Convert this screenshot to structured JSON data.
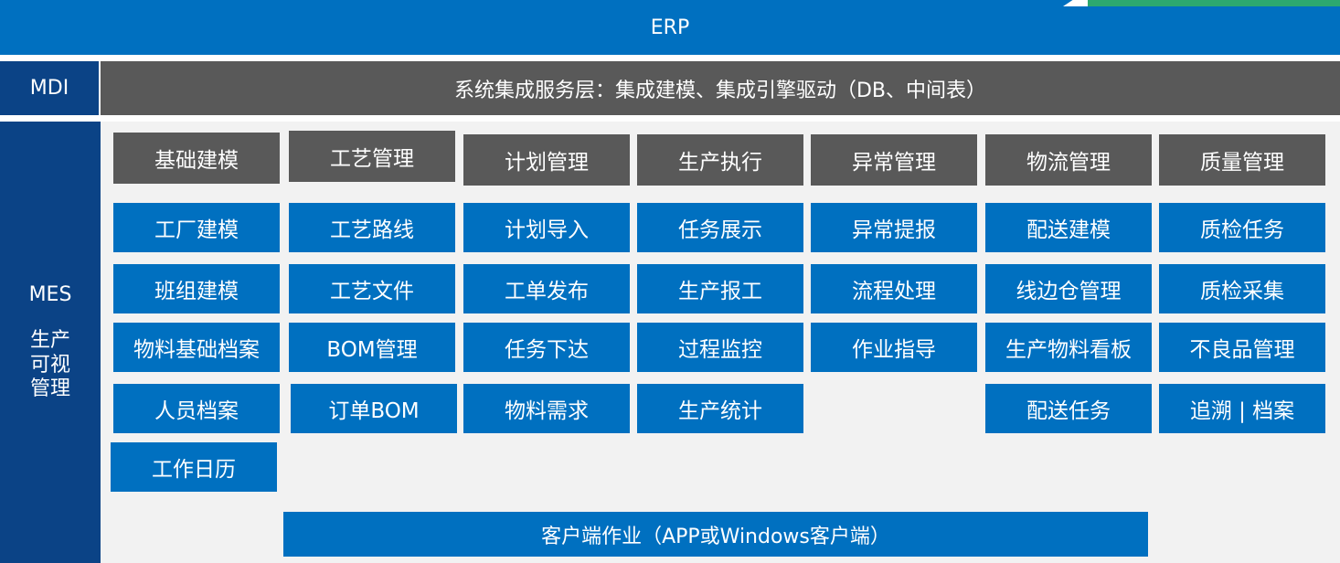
{
  "erp": {
    "label": "ERP"
  },
  "mdi": {
    "label": "MDI",
    "bar": "系统集成服务层：集成建模、集成引擎驱动（DB、中间表）"
  },
  "mes": {
    "label": "MES",
    "sub": [
      "生产",
      "可视",
      "管理"
    ]
  },
  "columns": [
    {
      "header": "基础建模",
      "items": [
        "工厂建模",
        "班组建模",
        "物料基础档案",
        "人员档案",
        "工作日历"
      ]
    },
    {
      "header": "工艺管理",
      "items": [
        "工艺路线",
        "工艺文件",
        "BOM管理",
        "订单BOM"
      ]
    },
    {
      "header": "计划管理",
      "items": [
        "计划导入",
        "工单发布",
        "任务下达",
        "物料需求"
      ]
    },
    {
      "header": "生产执行",
      "items": [
        "任务展示",
        "生产报工",
        "过程监控",
        "生产统计"
      ]
    },
    {
      "header": "异常管理",
      "items": [
        "异常提报",
        "流程处理",
        "作业指导"
      ]
    },
    {
      "header": "物流管理",
      "items": [
        "配送建模",
        "线边仓管理",
        "生产物料看板",
        "配送任务"
      ]
    },
    {
      "header": "质量管理",
      "items": [
        "质检任务",
        "质检采集",
        "不良品管理",
        "追溯 | 档案"
      ]
    }
  ],
  "client": {
    "label": "客户端作业（APP或Windows客户端）"
  },
  "colors": {
    "blue": "#0070c0",
    "navy": "#0b4386",
    "gray": "#595959",
    "green": "#2ca86f"
  }
}
